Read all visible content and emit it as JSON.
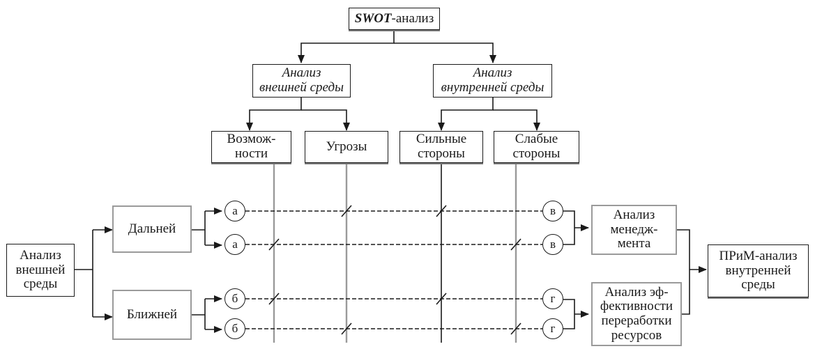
{
  "top": {
    "label_bold": "SWOT",
    "label_rest": "-анализ"
  },
  "external_analysis": {
    "line1": "Анализ",
    "line2": "внешней среды"
  },
  "internal_analysis": {
    "line1": "Анализ",
    "line2": "внутренней среды"
  },
  "categories": {
    "opportunities": "Возмож-\nности",
    "threats": "Угрозы",
    "strengths": "Сильные\nстороны",
    "weaknesses": "Слабые\nстороны"
  },
  "left_source": "Анализ\nвнешней\nсреды",
  "horizons": {
    "far": "Дальней",
    "near": "Ближней"
  },
  "markers": {
    "a1": "а",
    "a2": "а",
    "b1": "б",
    "b2": "б",
    "v1": "в",
    "v2": "в",
    "g1": "г",
    "g2": "г"
  },
  "right_boxes": {
    "management": "Анализ\nменедж-\nмента",
    "efficiency": "Анализ эф-\nфективности\nпереработки\nресурсов"
  },
  "result": "ПРиМ-анализ\nвнутренней\nсреды"
}
